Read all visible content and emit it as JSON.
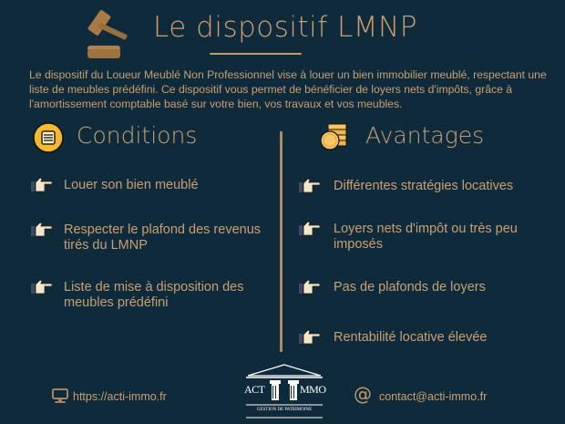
{
  "header": {
    "title": "Le dispositif LMNP",
    "icon": "gavel-icon"
  },
  "intro": {
    "text": "Le dispositif du Loueur Meublé Non Professionnel vise à louer un bien immobilier meublé, respectant une liste de meubles prédéfini. Ce dispositif vous permet de bénéficier de loyers nets d'impôts, grâce à l'amortissement comptable basé sur votre bien, vos travaux et vos meubles."
  },
  "conditions": {
    "title": "Conditions",
    "icon": "checklist-icon",
    "items": [
      {
        "label": "Louer son bien meublé",
        "icon": "pointing-hand-icon"
      },
      {
        "label": "Respecter le plafond des revenus tirés du LMNP",
        "icon": "pointing-hand-icon"
      },
      {
        "label": "Liste de mise à disposition des meubles prédéfini",
        "icon": "pointing-hand-icon"
      }
    ]
  },
  "avantages": {
    "title": "Avantages",
    "icon": "coins-icon",
    "items": [
      {
        "label": "Différentes stratégies locatives",
        "icon": "pointing-hand-icon"
      },
      {
        "label": "Loyers nets d'impôt ou très peu imposés",
        "icon": "pointing-hand-icon"
      },
      {
        "label": "Pas de plafonds de loyers",
        "icon": "pointing-hand-icon"
      },
      {
        "label": "Rentabilité locative élevée",
        "icon": "pointing-hand-icon"
      }
    ]
  },
  "footer": {
    "website": "https://acti-immo.fr",
    "website_icon": "monitor-icon",
    "email": "contact@acti-immo.fr",
    "email_icon": "at-icon",
    "email_symbol": "@",
    "logo": {
      "left_text": "ACT",
      "right_text": "MMO",
      "tagline": "GESTION DE PATRIMOINE"
    }
  },
  "colors": {
    "background": "#0f2a3a",
    "gold_text": "#c9a071",
    "accent_yellow": "#f4b92e",
    "logo_white": "#ffffff"
  }
}
